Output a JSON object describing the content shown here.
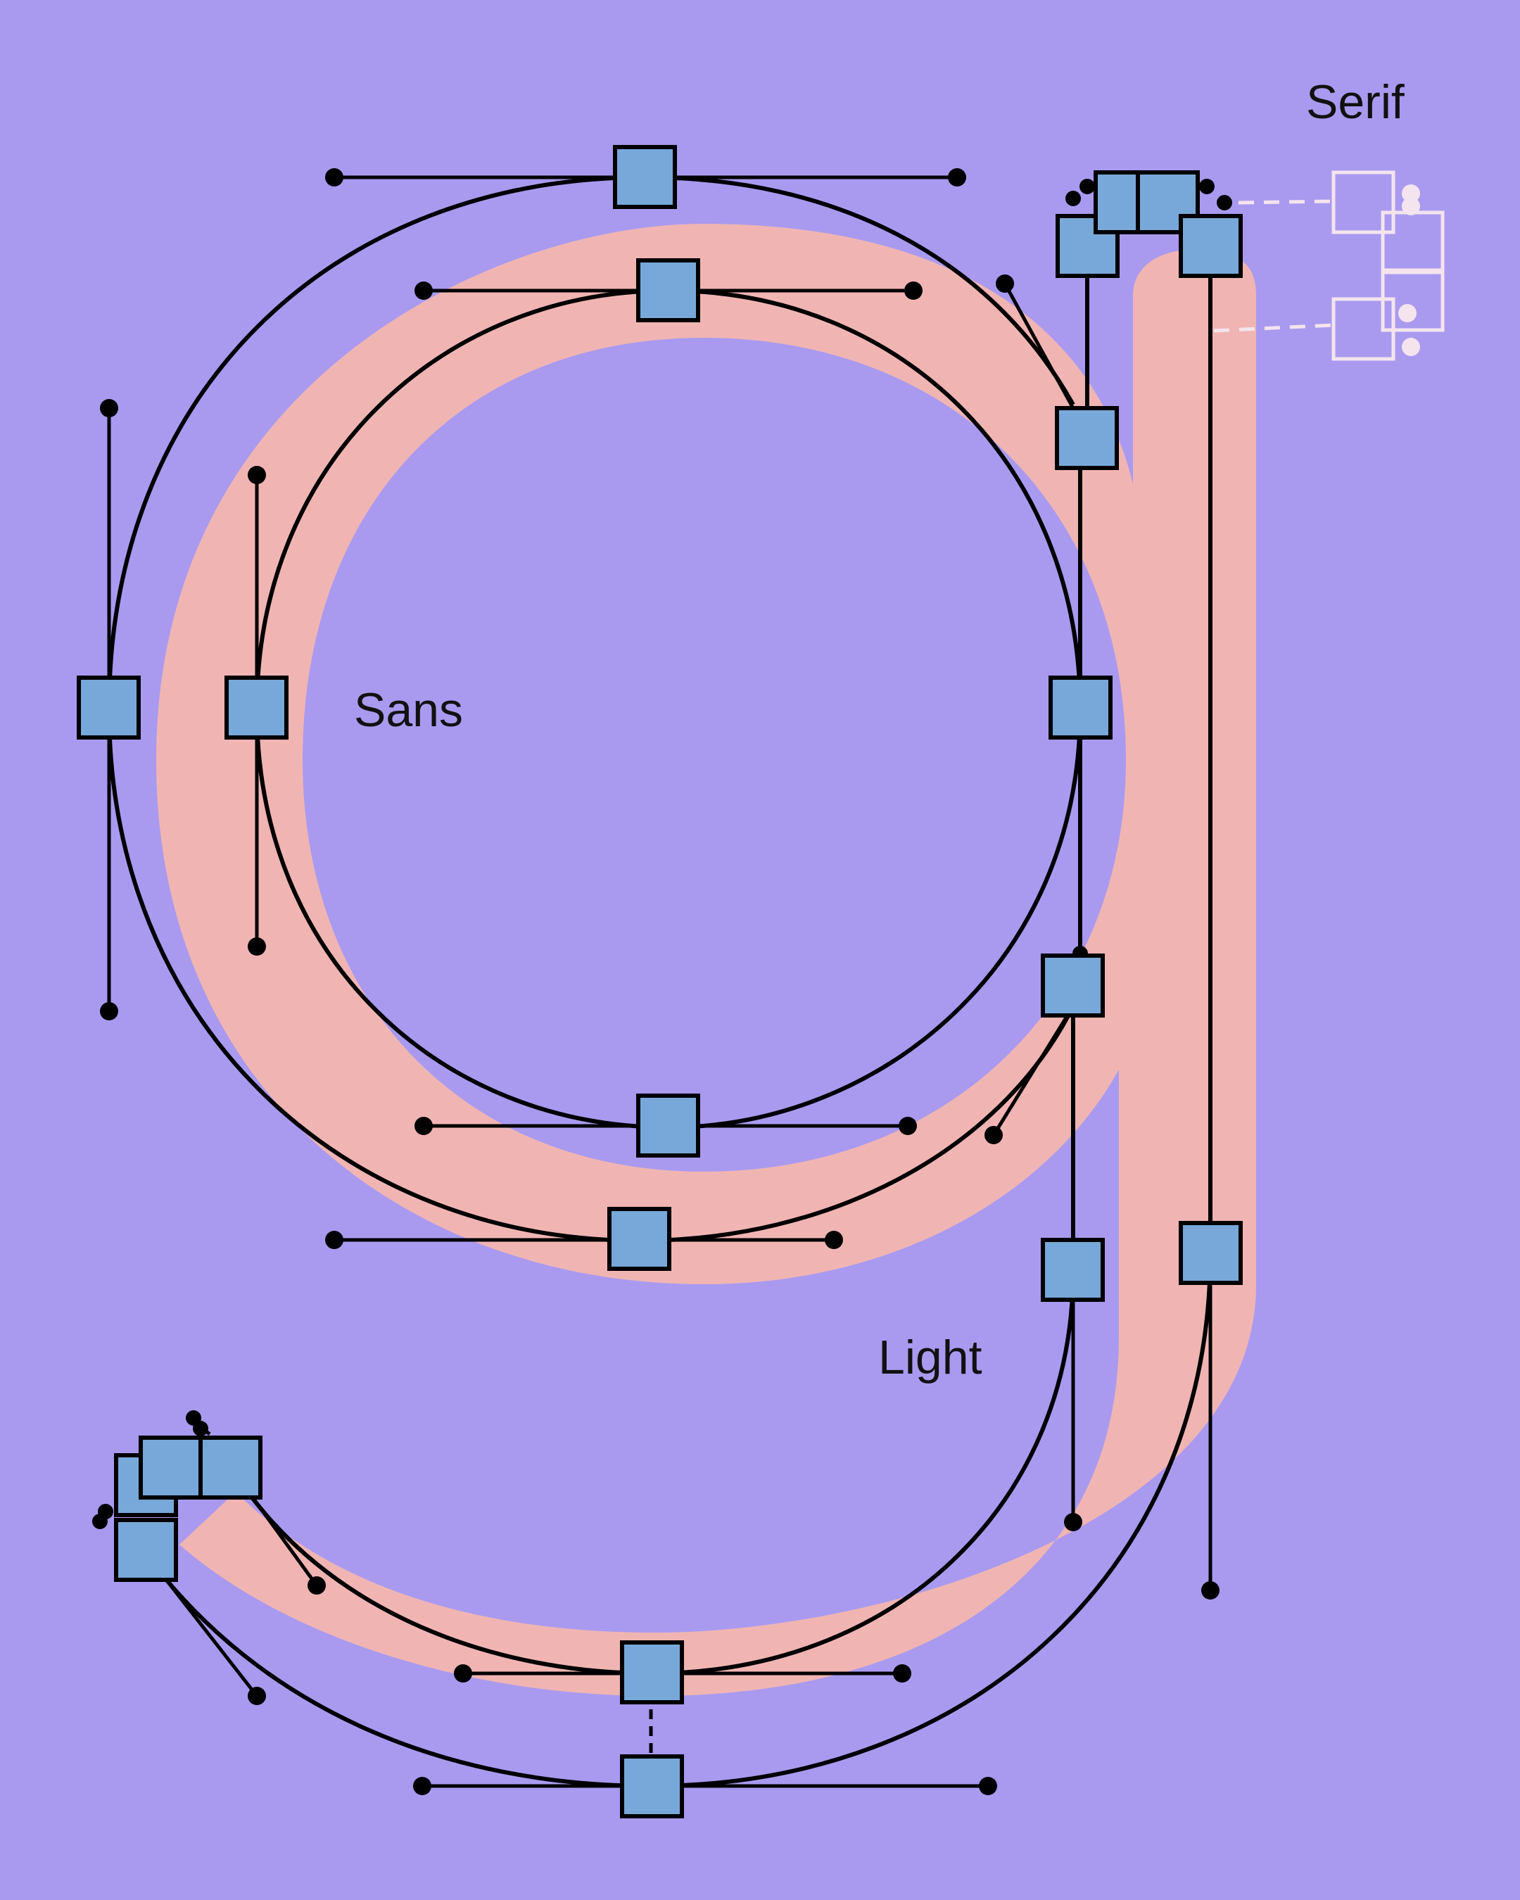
{
  "labels": {
    "serif": "Serif",
    "sans": "Sans",
    "light": "Light"
  },
  "colors": {
    "background": "#a99af0",
    "glyph_fill": "#f0b5b3",
    "node": "#78a8d9",
    "outline": "#000000",
    "ghost_serif": "#f4e4ee"
  }
}
